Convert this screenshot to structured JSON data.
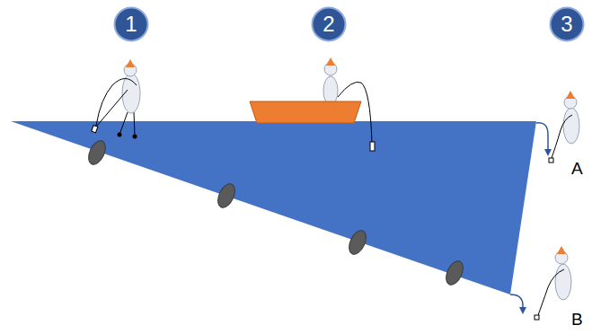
{
  "diagram": {
    "nodes": [
      {
        "text": [
          "1"
        ]
      },
      {
        "text": [
          "2"
        ]
      },
      {
        "text": [
          "3"
        ]
      }
    ],
    "labels": [
      "A",
      "B"
    ]
  }
}
